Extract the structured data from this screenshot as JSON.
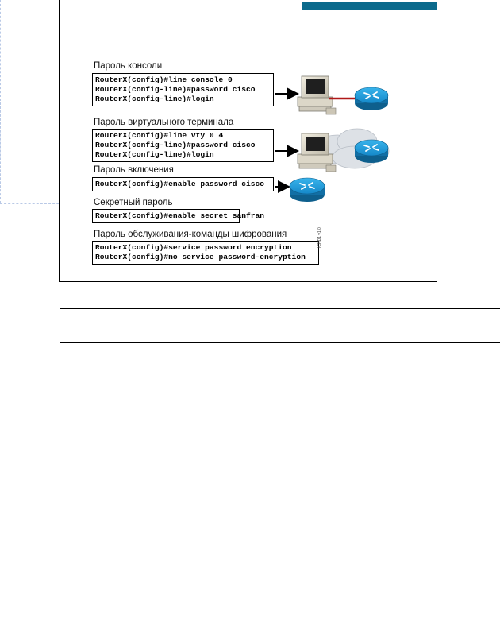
{
  "sections": [
    {
      "heading": "Пароль консоли",
      "commands": [
        "RouterX(config)#line console 0",
        "RouterX(config-line)#password cisco",
        "RouterX(config-line)#login"
      ]
    },
    {
      "heading": "Пароль виртуального терминала",
      "commands": [
        "RouterX(config)#line vty 0 4",
        "RouterX(config-line)#password cisco",
        "RouterX(config-line)#login"
      ]
    },
    {
      "heading": "Пароль включения",
      "commands": [
        "RouterX(config)#enable password cisco"
      ]
    },
    {
      "heading": "Секретный пароль",
      "commands": [
        "RouterX(config)#enable secret sanfran"
      ]
    },
    {
      "heading": "Пароль обслуживания-команды шифрования",
      "commands": [
        "RouterX(config)#service password encryption",
        "RouterX(config)#no service password-encryption"
      ]
    }
  ],
  "figure_id": "ICND1 v1.0",
  "colors": {
    "accent": "#0b6a8c",
    "router": "#1b9ad6",
    "console_cable": "#b01818",
    "cloud": "#d9dde2"
  },
  "icons": [
    "computer-icon",
    "router-icon",
    "cloud-icon",
    "arrow-icon"
  ]
}
